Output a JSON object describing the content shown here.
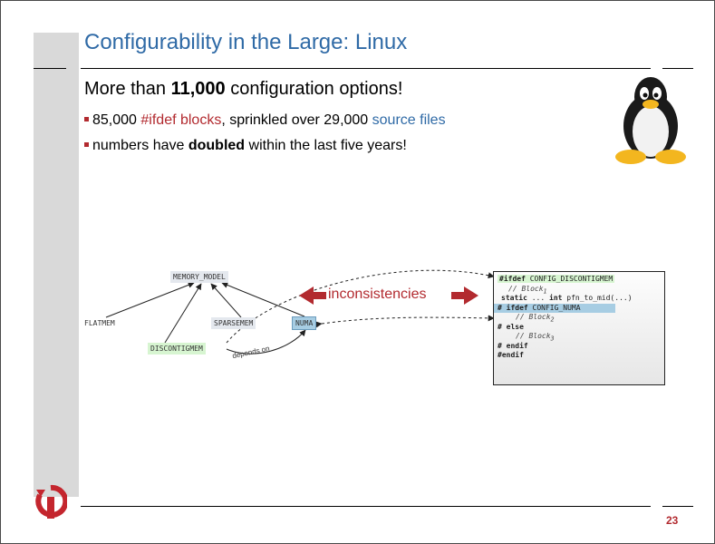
{
  "slide": {
    "title": "Configurability in the Large: Linux",
    "heading_prefix": "More than ",
    "heading_bold": "11,000",
    "heading_suffix": " configuration options!",
    "bullet1": {
      "part1": "85,000 ",
      "red": "#ifdef blocks",
      "part2": ", sprinkled over 29,000 ",
      "blue": "source files"
    },
    "bullet2": {
      "part1": "numbers have ",
      "bold": "doubled",
      "part2": " within the last five years!"
    },
    "page_number": "23"
  },
  "diagram": {
    "nodes": {
      "memory_model": "MEMORY_MODEL",
      "flatmem": "FLATMEM",
      "sparsemem": "SPARSEMEM",
      "numa": "NUMA",
      "discontigmem": "DISCONTIGMEM"
    },
    "depends_on": "depends on",
    "inconsistencies": "inconsistencies",
    "code": {
      "l1_kw": "#ifdef",
      "l1_rest": " CONFIG_DISCONTIGMEM",
      "l2": "// Block",
      "l2_sub": "1",
      "l3_kw1": "static",
      "l3_mid": " ... ",
      "l3_kw2": "int",
      "l3_rest": " pfn_to_mid(...)",
      "l4_kw": "# ifdef",
      "l4_rest": " CONFIG_NUMA",
      "l5": "// Block",
      "l5_sub": "2",
      "l6_kw": "# else",
      "l7": "// Block",
      "l7_sub": "3",
      "l8_kw": "# endif",
      "l9_kw": "#endif"
    }
  },
  "colors": {
    "title_blue": "#2f6aa6",
    "accent_red": "#b22a2f",
    "node_green": "#d7f5d1",
    "node_blue": "#a7cde3",
    "sidebar_gray": "#d9d9d9"
  },
  "icons": {
    "penguin": "tux-penguin-icon",
    "logo": "university-logo-icon"
  }
}
